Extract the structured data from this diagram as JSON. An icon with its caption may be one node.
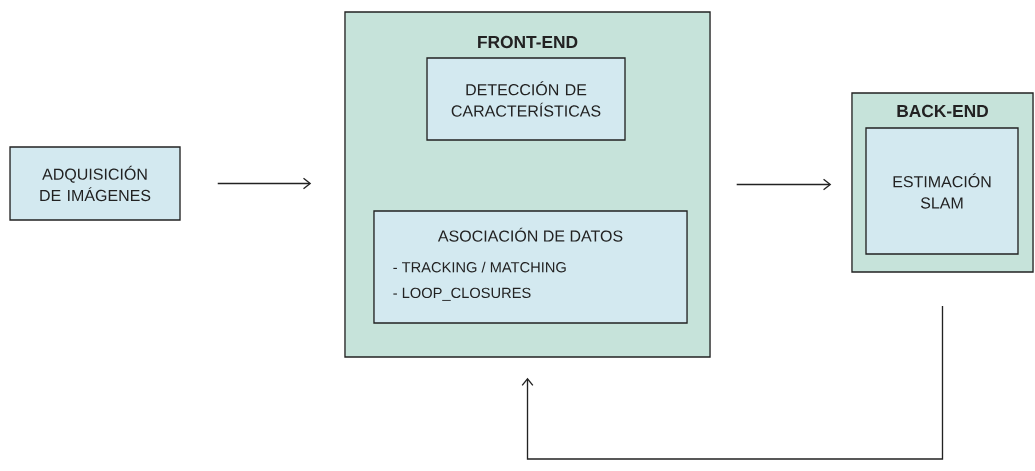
{
  "diagram": {
    "nodes": [
      {
        "text": [
          "ADQUISICIÓN DE IMÁGENES"
        ]
      },
      {
        "text": [
          "FRONT-END"
        ]
      },
      {
        "text": [
          "DETECCIÓN DE CARACTERÍSTICAS"
        ],
        "in": 1
      },
      {
        "text": [
          "ASOCIACIÓN DE DATOS",
          "- TRACKING / MATCHING",
          "- LOOP_CLOSURES"
        ],
        "in": 1
      },
      {
        "text": [
          "BACK-END"
        ]
      },
      {
        "text": [
          "ESTIMACIÓN SLAM"
        ],
        "in": 4
      }
    ],
    "edges": [
      {
        "from": 0,
        "to": 1,
        "arrow": "to"
      },
      {
        "from": 1,
        "to": 4,
        "arrow": "to"
      },
      {
        "from": 4,
        "to": 1,
        "arrow": "to"
      }
    ]
  }
}
